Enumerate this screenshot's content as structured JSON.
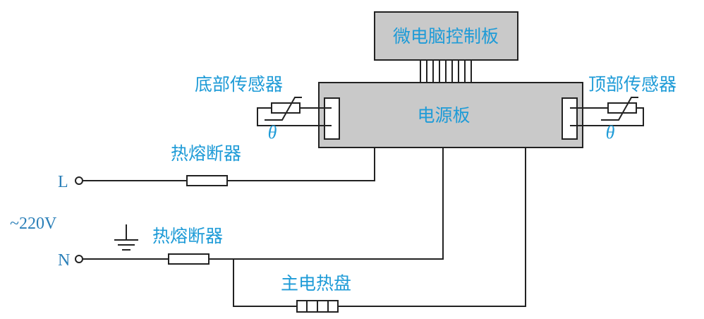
{
  "microcomputer_board": {
    "label": "微电脑控制板"
  },
  "power_board": {
    "label": "电源板"
  },
  "bottom_sensor": {
    "label": "底部传感器",
    "symbol": "θ"
  },
  "top_sensor": {
    "label": "顶部传感器",
    "symbol": "θ"
  },
  "fuse_live": {
    "label": "热熔断器"
  },
  "fuse_neutral": {
    "label": "热熔断器"
  },
  "main_heater": {
    "label": "主电热盘"
  },
  "terminals": {
    "live": "L",
    "neutral": "N",
    "supply": "~220V"
  },
  "colors": {
    "label": "#1e9bd7",
    "box_fill": "#c9c9c9",
    "wire": "#222222"
  }
}
